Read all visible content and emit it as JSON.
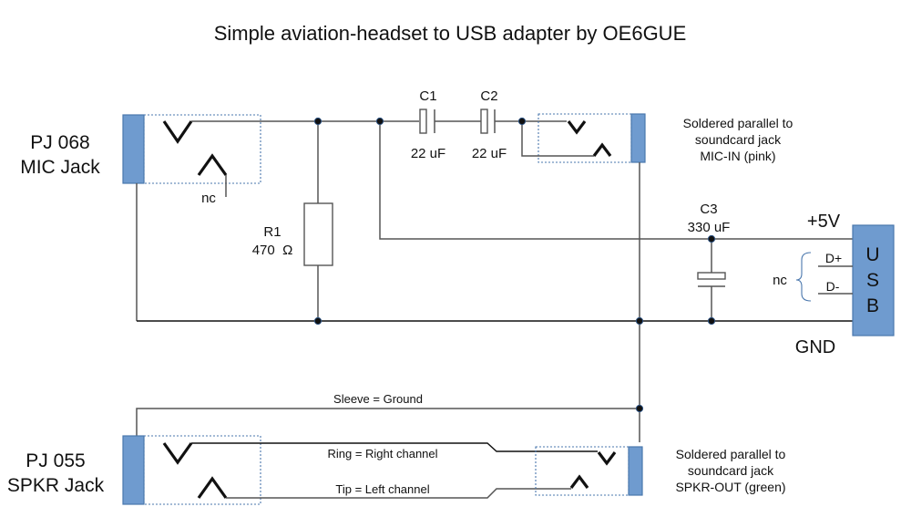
{
  "title": "Simple aviation-headset to USB adapter by OE6GUE",
  "mic_jack": {
    "label_line1": "PJ 068",
    "label_line2": "MIC Jack",
    "nc_label": "nc"
  },
  "spkr_jack": {
    "label_line1": "PJ 055",
    "label_line2": "SPKR Jack"
  },
  "components": {
    "c1": {
      "name": "C1",
      "value": "22 uF"
    },
    "c2": {
      "name": "C2",
      "value": "22 uF"
    },
    "c3": {
      "name": "C3",
      "value": "330 uF"
    },
    "r1": {
      "name": "R1",
      "value": "470  Ω"
    }
  },
  "mic_in_note": {
    "line1": "Soldered parallel to",
    "line2": "soundcard jack",
    "line3": "MIC-IN (pink)"
  },
  "spkr_out_note": {
    "line1": "Soldered parallel to",
    "line2": "soundcard jack",
    "line3": "SPKR-OUT (green)"
  },
  "usb": {
    "letters": [
      "U",
      "S",
      "B"
    ],
    "plus5v": "+5V",
    "gnd": "GND",
    "dplus": "D+",
    "dminus": "D-",
    "nc_label": "nc"
  },
  "wire_labels": {
    "sleeve": "Sleeve = Ground",
    "ring": "Ring = Right channel",
    "tip": "Tip = Left channel"
  }
}
